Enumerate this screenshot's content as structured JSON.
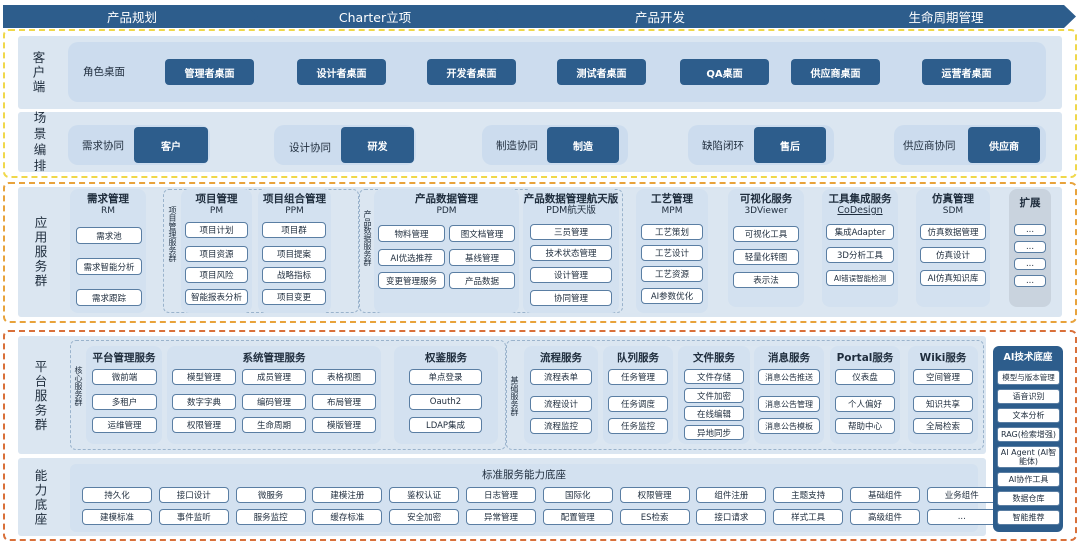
{
  "phases": [
    "产品规划",
    "Charter立项",
    "产品开发",
    "生命周期管理"
  ],
  "client": {
    "label": "客户端",
    "row_label": "角色桌面",
    "desks": [
      "管理者桌面",
      "设计者桌面",
      "开发者桌面",
      "测试者桌面",
      "QA桌面",
      "供应商桌面",
      "运营者桌面"
    ]
  },
  "scene": {
    "label": "场景编排",
    "items": [
      {
        "name": "需求协同",
        "btn": "客户"
      },
      {
        "name": "设计协同",
        "btn": "研发"
      },
      {
        "name": "制造协同",
        "btn": "制造"
      },
      {
        "name": "缺陷闭环",
        "btn": "售后"
      },
      {
        "name": "供应商协同",
        "btn": "供应商"
      }
    ]
  },
  "app": {
    "label": "应用服务群",
    "rm": {
      "title": "需求管理",
      "sub": "RM",
      "items": [
        "需求池",
        "需求智能分析",
        "需求跟踪"
      ]
    },
    "pm_group_label": "项目管理服务群",
    "pm": {
      "title": "项目管理",
      "sub": "PM",
      "items": [
        "项目计划",
        "项目资源",
        "项目风险",
        "智能报表分析"
      ]
    },
    "ppm": {
      "title": "项目组合管理",
      "sub": "PPM",
      "items": [
        "项目群",
        "项目提案",
        "战略指标",
        "项目变更"
      ]
    },
    "pdm_group_label": "产品数据服务群",
    "pdm": {
      "title": "产品数据管理",
      "sub": "PDM",
      "items": [
        "物料管理",
        "图文档管理",
        "AI优选推荐",
        "基线管理",
        "变更管理服务",
        "产品数据"
      ]
    },
    "pdm_aero": {
      "title": "产品数据管理航天版",
      "sub": "PDM航天版",
      "items": [
        "三员管理",
        "技术状态管理",
        "设计管理",
        "协同管理"
      ]
    },
    "mpm": {
      "title": "工艺管理",
      "sub": "MPM",
      "items": [
        "工艺策划",
        "工艺设计",
        "工艺资源",
        "AI参数优化"
      ]
    },
    "viewer": {
      "title": "可视化服务",
      "sub": "3DViewer",
      "items": [
        "可视化工具",
        "轻量化转图",
        "表示法"
      ]
    },
    "codesign": {
      "title": "工具集成服务",
      "sub": "CoDesign",
      "items": [
        "集成Adapter",
        "3D分析工具",
        "AI错误智能检测"
      ]
    },
    "sdm": {
      "title": "仿真管理",
      "sub": "SDM",
      "items": [
        "仿真数据管理",
        "仿真设计",
        "AI仿真知识库"
      ]
    },
    "ext": {
      "title": "扩展",
      "items": [
        "...",
        "...",
        "...",
        "..."
      ]
    }
  },
  "platform": {
    "label": "平台服务群",
    "core_label": "核心服务群",
    "base_label": "基础服务群",
    "pms": {
      "title": "平台管理服务",
      "items": [
        "微前端",
        "多租户",
        "运维管理"
      ]
    },
    "sys": {
      "title": "系统管理服务",
      "items": [
        "模型管理",
        "成员管理",
        "表格视图",
        "数字字典",
        "编码管理",
        "布局管理",
        "权限管理",
        "生命周期",
        "模版管理"
      ]
    },
    "auth": {
      "title": "权鉴服务",
      "items": [
        "单点登录",
        "Oauth2",
        "LDAP集成"
      ]
    },
    "flow": {
      "title": "流程服务",
      "items": [
        "流程表单",
        "流程设计",
        "流程监控"
      ]
    },
    "queue": {
      "title": "队列服务",
      "items": [
        "任务管理",
        "任务调度",
        "任务监控"
      ]
    },
    "file": {
      "title": "文件服务",
      "items": [
        "文件存储",
        "文件加密",
        "在线编辑",
        "异地同步"
      ]
    },
    "msg": {
      "title": "消息服务",
      "items": [
        "消息公告推送",
        "消息公告管理",
        "消息公告模板"
      ]
    },
    "portal": {
      "title": "Portal服务",
      "items": [
        "仪表盘",
        "个人偏好",
        "帮助中心"
      ]
    },
    "wiki": {
      "title": "Wiki服务",
      "items": [
        "空间管理",
        "知识共享",
        "全局检索"
      ]
    }
  },
  "capability": {
    "label": "能力底座",
    "title": "标准服务能力底座",
    "row1": [
      "持久化",
      "接口设计",
      "微服务",
      "建模注册",
      "鉴权认证",
      "日志管理",
      "国际化",
      "权限管理",
      "组件注册",
      "主题支持",
      "基础组件",
      "业务组件"
    ],
    "row2": [
      "建模标准",
      "事件监听",
      "服务监控",
      "缓存标准",
      "安全加密",
      "异常管理",
      "配置管理",
      "ES检索",
      "接口请求",
      "样式工具",
      "高级组件",
      "..."
    ]
  },
  "ai": {
    "title": "AI技术底座",
    "items": [
      "模型与版本管理",
      "语音识别",
      "文本分析",
      "RAG(检索增强)",
      "AI Agent (AI智能体)",
      "AI协作工具",
      "数据仓库",
      "智能推荐"
    ]
  }
}
